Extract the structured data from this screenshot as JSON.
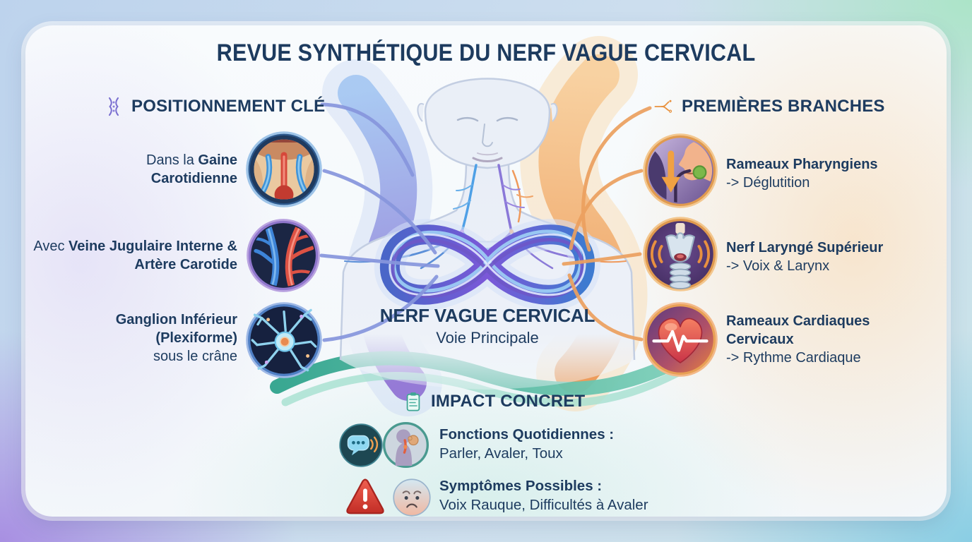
{
  "header": {
    "title": "REVUE SYNTHÉTIQUE DU NERF VAGUE CERVICAL"
  },
  "left_section": {
    "title": "POSITIONNEMENT CLÉ",
    "icon": "spine-icon",
    "items": [
      {
        "prefix": "Dans la ",
        "bold": "Gaine Carotidienne",
        "suffix": "",
        "icon": "carotid-sheath-icon"
      },
      {
        "prefix": "Avec ",
        "bold": "Veine Jugulaire Interne & Artère Carotide",
        "suffix": "",
        "icon": "vessels-icon"
      },
      {
        "prefix": "",
        "bold": "Ganglion Inférieur (Plexiforme)",
        "suffix": "sous le crâne",
        "icon": "neuron-ganglion-icon"
      }
    ]
  },
  "right_section": {
    "title": "PREMIÈRES BRANCHES",
    "icon": "branch-icon",
    "items": [
      {
        "title": "Rameaux Pharyngiens",
        "subtitle": "-> Déglutition",
        "icon": "pharynx-swallow-icon"
      },
      {
        "title": "Nerf Laryngé Supérieur",
        "subtitle": "-> Voix & Larynx",
        "icon": "larynx-voice-icon"
      },
      {
        "title": "Rameaux Cardiaques Cervicaux",
        "subtitle": "-> Rythme Cardiaque",
        "icon": "heart-ecg-icon"
      }
    ]
  },
  "center": {
    "title": "NERF VAGUE CERVICAL",
    "subtitle": "Voie Principale",
    "figure": "human-neck-silhouette-with-nerve-infinity-knot"
  },
  "impact_section": {
    "title": "IMPACT CONCRET",
    "icon": "clipboard-icon",
    "rows": [
      {
        "label": "Fonctions Quotidiennes :",
        "value": "Parler, Avaler, Toux",
        "icons": [
          "speech-bubble-icon",
          "cough-swallow-icon"
        ]
      },
      {
        "label": "Symptômes Possibles :",
        "value": "Voix Rauque, Difficultés à Avaler",
        "icons": [
          "warning-triangle-icon",
          "worried-face-icon"
        ]
      }
    ]
  },
  "colors": {
    "text_navy": "#1d3b5f",
    "accent_purple": "#7a6fd0",
    "accent_orange": "#e8923f",
    "accent_teal": "#3fa695",
    "warning_red": "#d8463a",
    "connector_left": "#8796dd",
    "connector_right": "#eca05f",
    "bg_corner_top_left": "#bdd3ed",
    "bg_corner_top_right": "#bfe6d0",
    "bg_corner_bottom_left": "#b3a2e0",
    "bg_corner_bottom_right": "#9fd6e6",
    "card_background": "#f7fafc"
  }
}
